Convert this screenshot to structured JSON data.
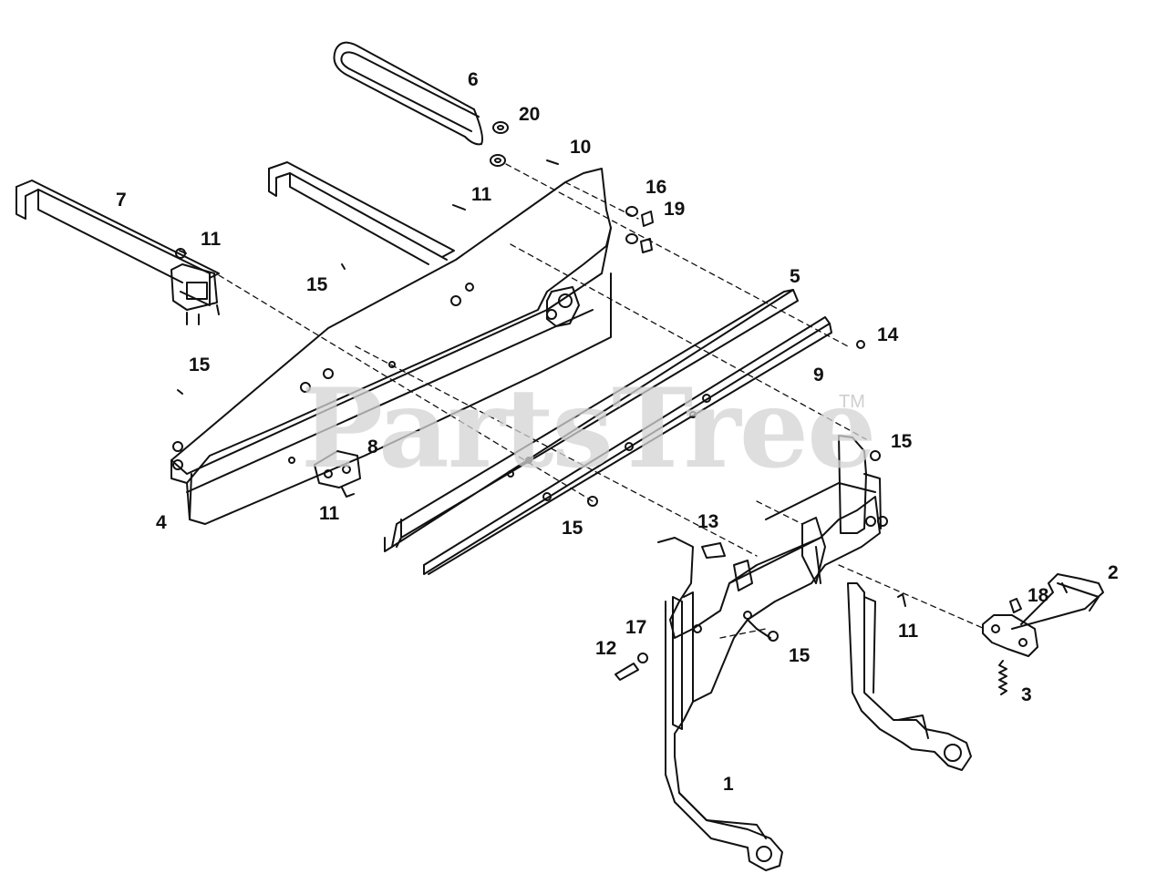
{
  "watermark": {
    "text": "PartsTree",
    "mark": "TM"
  },
  "callouts": [
    {
      "id": "c1",
      "label": "1"
    },
    {
      "id": "c2",
      "label": "2"
    },
    {
      "id": "c3",
      "label": "3"
    },
    {
      "id": "c4",
      "label": "4"
    },
    {
      "id": "c5",
      "label": "5"
    },
    {
      "id": "c6",
      "label": "6"
    },
    {
      "id": "c7",
      "label": "7"
    },
    {
      "id": "c8",
      "label": "8"
    },
    {
      "id": "c9",
      "label": "9"
    },
    {
      "id": "c10",
      "label": "10"
    },
    {
      "id": "c11a",
      "label": "11"
    },
    {
      "id": "c11b",
      "label": "11"
    },
    {
      "id": "c11c",
      "label": "11"
    },
    {
      "id": "c11d",
      "label": "11"
    },
    {
      "id": "c12",
      "label": "12"
    },
    {
      "id": "c13",
      "label": "13"
    },
    {
      "id": "c14",
      "label": "14"
    },
    {
      "id": "c15a",
      "label": "15"
    },
    {
      "id": "c15b",
      "label": "15"
    },
    {
      "id": "c15c",
      "label": "15"
    },
    {
      "id": "c15d",
      "label": "15"
    },
    {
      "id": "c15e",
      "label": "15"
    },
    {
      "id": "c16",
      "label": "16"
    },
    {
      "id": "c17",
      "label": "17"
    },
    {
      "id": "c18",
      "label": "18"
    },
    {
      "id": "c19",
      "label": "19"
    },
    {
      "id": "c20",
      "label": "20"
    }
  ]
}
